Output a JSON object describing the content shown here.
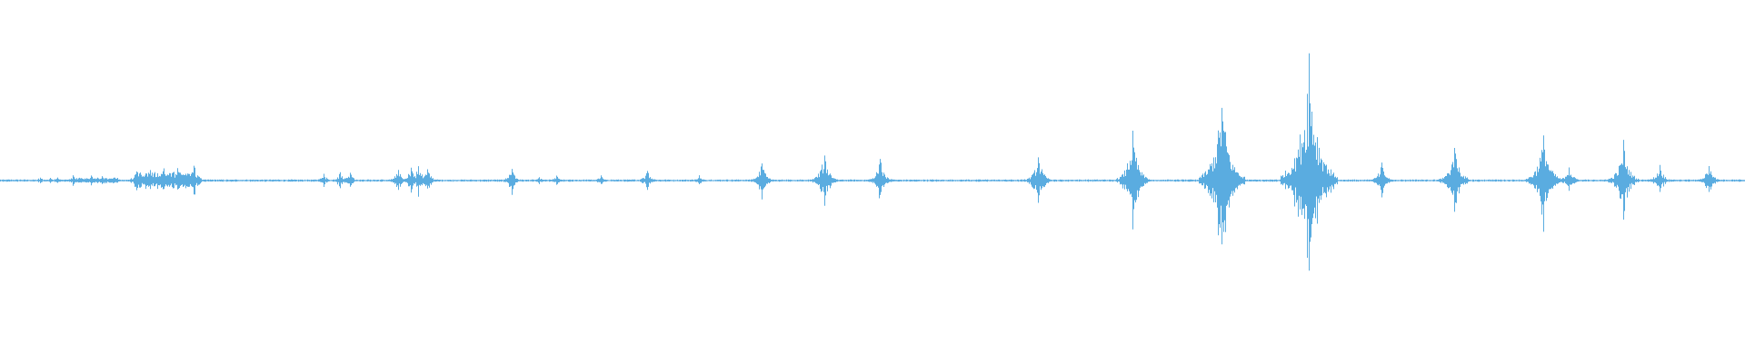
{
  "waveform": {
    "color": "#5aace0",
    "samples_per_column": "varies",
    "bursts": [
      {
        "t": 0.044,
        "amp": 0.02
      },
      {
        "t": 0.055,
        "amp": 0.015
      },
      {
        "t": 0.063,
        "amp": 0.02
      },
      {
        "t": 0.08,
        "amp": 0.03
      },
      {
        "t": 0.1,
        "amp": 0.03
      },
      {
        "t": 0.112,
        "amp": 0.025
      },
      {
        "t": 0.15,
        "amp": 0.06
      },
      {
        "t": 0.165,
        "amp": 0.06
      },
      {
        "t": 0.18,
        "amp": 0.07
      },
      {
        "t": 0.195,
        "amp": 0.07
      },
      {
        "t": 0.213,
        "amp": 0.1
      },
      {
        "t": 0.356,
        "amp": 0.04
      },
      {
        "t": 0.374,
        "amp": 0.05
      },
      {
        "t": 0.385,
        "amp": 0.05
      },
      {
        "t": 0.438,
        "amp": 0.07
      },
      {
        "t": 0.452,
        "amp": 0.08
      },
      {
        "t": 0.46,
        "amp": 0.09
      },
      {
        "t": 0.47,
        "amp": 0.07
      },
      {
        "t": 0.563,
        "amp": 0.08
      },
      {
        "t": 0.593,
        "amp": 0.02
      },
      {
        "t": 0.612,
        "amp": 0.03
      },
      {
        "t": 0.661,
        "amp": 0.03
      },
      {
        "t": 0.712,
        "amp": 0.06
      },
      {
        "t": 0.769,
        "amp": 0.03
      },
      {
        "t": 0.838,
        "amp": 0.11
      },
      {
        "t": 0.907,
        "amp": 0.17
      },
      {
        "t": 0.968,
        "amp": 0.13
      },
      {
        "t": 1.142,
        "amp": 0.15
      },
      {
        "t": 1.246,
        "amp": 0.28
      },
      {
        "t": 1.344,
        "amp": 0.5
      },
      {
        "t": 1.44,
        "amp": 0.71
      },
      {
        "t": 1.52,
        "amp": 0.1
      },
      {
        "t": 1.6,
        "amp": 0.22
      },
      {
        "t": 1.698,
        "amp": 0.3
      },
      {
        "t": 1.726,
        "amp": 0.09
      },
      {
        "t": 1.786,
        "amp": 0.23
      },
      {
        "t": 1.826,
        "amp": 0.1
      },
      {
        "t": 1.88,
        "amp": 0.1
      }
    ]
  }
}
